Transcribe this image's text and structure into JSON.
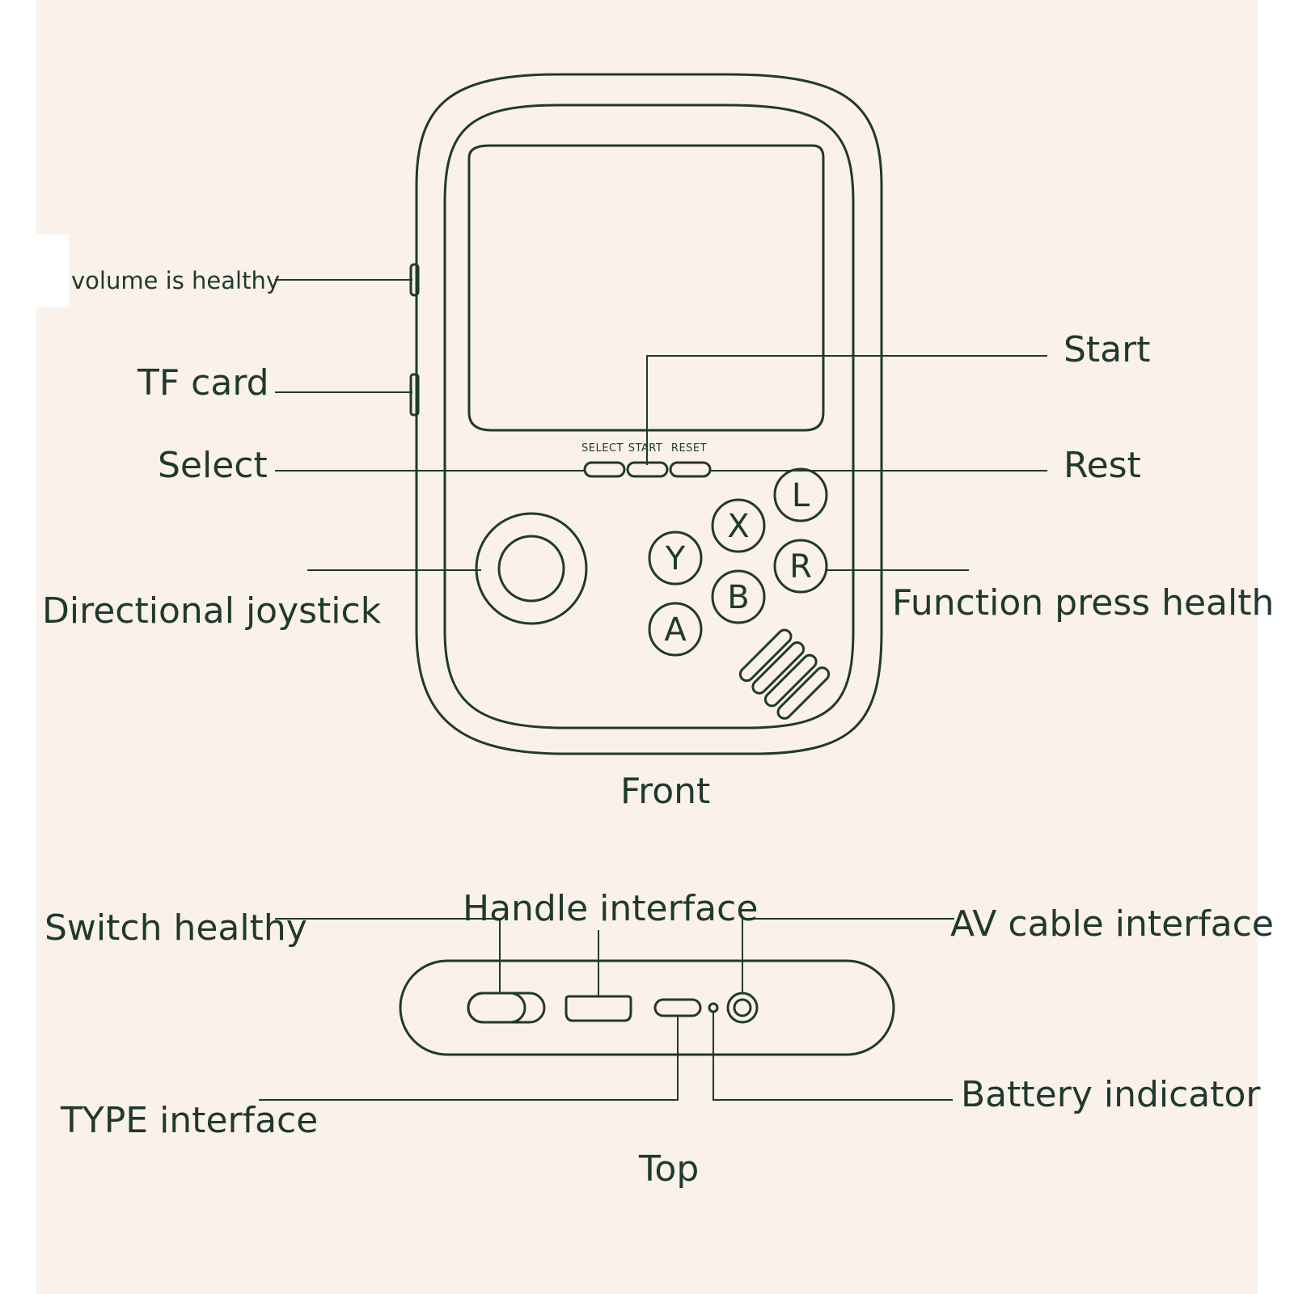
{
  "colors": {
    "background": "#faf1ea",
    "ink": "#1f3a2c",
    "outer_margin": "#ffffff"
  },
  "front": {
    "caption": "Front",
    "panel_buttons": {
      "select": "SELECT",
      "start": "START",
      "reset": "RESET"
    },
    "face_buttons": {
      "l": "L",
      "x": "X",
      "y": "Y",
      "r": "R",
      "b": "B",
      "a": "A"
    },
    "labels": {
      "volume": "volume is healthy",
      "tf_card": "TF card",
      "select": "Select",
      "start": "Start",
      "rest": "Rest",
      "joystick": "Directional joystick",
      "function": "Function press health"
    }
  },
  "top": {
    "caption": "Top",
    "labels": {
      "switch": "Switch healthy",
      "handle": "Handle interface",
      "av": "AV cable interface",
      "type": "TYPE interface",
      "battery": "Battery indicator"
    }
  }
}
